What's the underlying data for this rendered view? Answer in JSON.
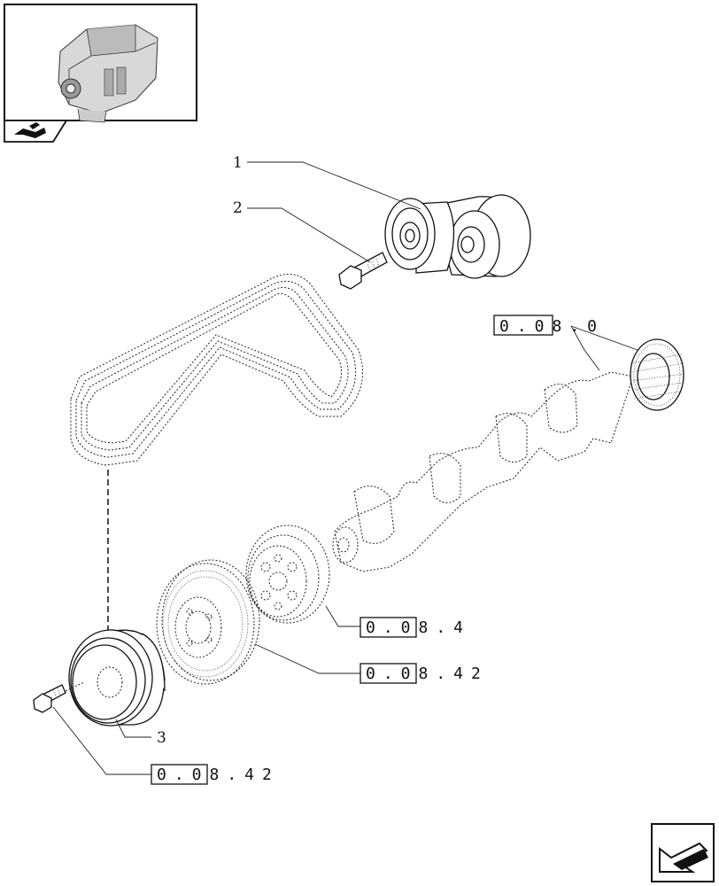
{
  "callouts": [
    "1",
    "2",
    "3"
  ],
  "references": [
    "0.08.0",
    "0.08.4",
    "0.08.42",
    "0.08.42"
  ],
  "icons": [
    "engine-icon",
    "book-arrow-icon",
    "arrow-icon"
  ]
}
